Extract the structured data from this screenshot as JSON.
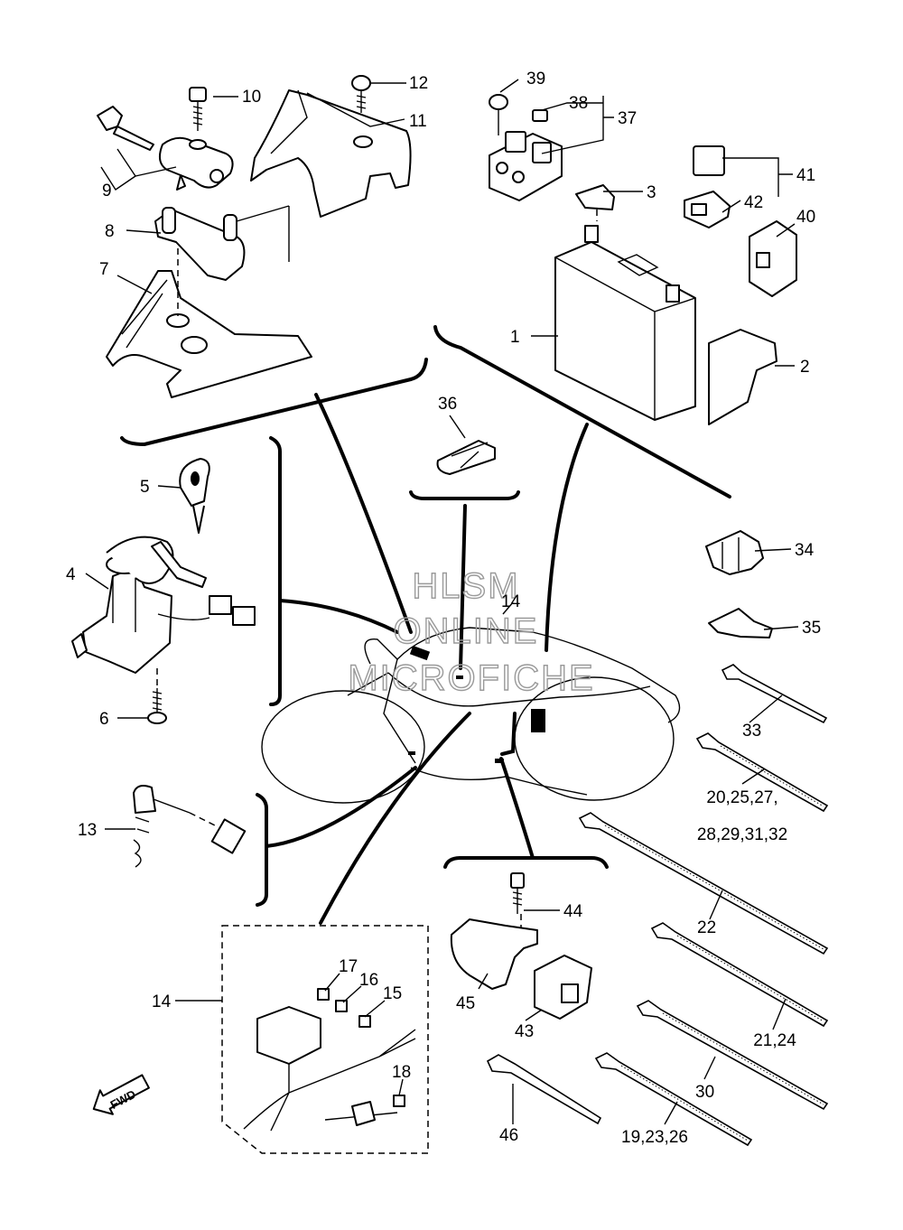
{
  "watermark": {
    "line1": "HLSM",
    "line2": "ONLINE",
    "line3": "MICROFICHE"
  },
  "labels": {
    "p1": "1",
    "p2": "2",
    "p3": "3",
    "p4": "4",
    "p5": "5",
    "p6": "6",
    "p7": "7",
    "p8": "8",
    "p9": "9",
    "p10": "10",
    "p11": "11",
    "p12": "12",
    "p13": "13",
    "p14": "14",
    "p14b": "14",
    "p15": "15",
    "p16": "16",
    "p17": "17",
    "p18": "18",
    "p19_23_26": "19,23,26",
    "p20_line1": "20,25,27,",
    "p20_line2": "28,29,31,32",
    "p21_24": "21,24",
    "p22": "22",
    "p30": "30",
    "p33": "33",
    "p34": "34",
    "p35": "35",
    "p36": "36",
    "p37": "37",
    "p38": "38",
    "p39": "39",
    "p40": "40",
    "p41": "41",
    "p42": "42",
    "p43": "43",
    "p44": "44",
    "p45": "45",
    "p46": "46"
  },
  "fwd_label": "FWD"
}
